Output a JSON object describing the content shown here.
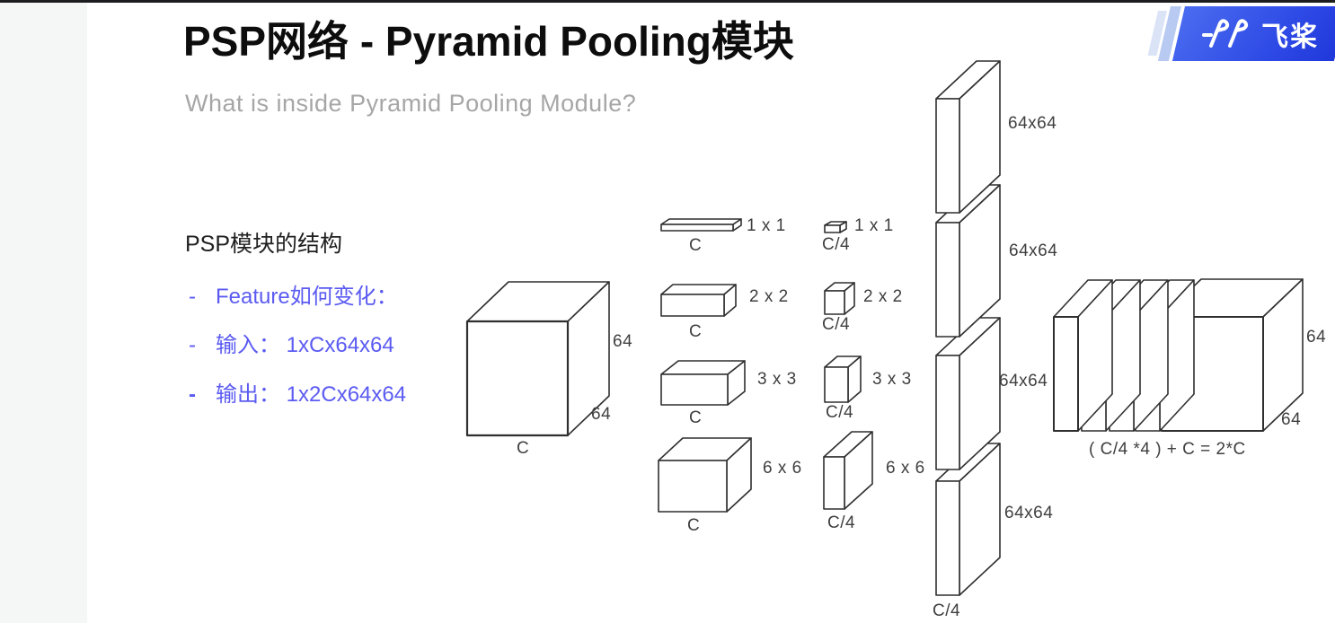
{
  "page": {
    "title": "PSP网络 - Pyramid Pooling模块",
    "subtitle": "What is inside Pyramid Pooling Module?"
  },
  "logo": {
    "brand": "飞桨",
    "mark": "paddlepaddle-mark",
    "banner_color": "#2b46e4",
    "stripe_colors": [
      "#dbe4f7",
      "#b8c9f2"
    ]
  },
  "info": {
    "heading": "PSP模块的结构",
    "accent_color": "#5b5bf2",
    "items": [
      {
        "dash": "-",
        "text": "Feature如何变化："
      },
      {
        "dash": "-",
        "text": "输入： 1xCx64x64"
      },
      {
        "dash": "-",
        "text": "输出： 1x2Cx64x64"
      }
    ]
  },
  "diagram": {
    "input_cube": {
      "height_label": "64",
      "depth_label": "64",
      "channel_label": "C"
    },
    "pool_c": [
      {
        "size": "1 x 1",
        "channel": "C"
      },
      {
        "size": "2 x 2",
        "channel": "C"
      },
      {
        "size": "3 x 3",
        "channel": "C"
      },
      {
        "size": "6 x 6",
        "channel": "C"
      }
    ],
    "pool_c4": [
      {
        "size": "1 x 1",
        "channel": "C/4"
      },
      {
        "size": "2 x 2",
        "channel": "C/4"
      },
      {
        "size": "3 x 3",
        "channel": "C/4"
      },
      {
        "size": "6 x 6",
        "channel": "C/4"
      }
    ],
    "upsampled": {
      "labels": [
        "64x64",
        "64x64",
        "64x64",
        "64x64"
      ],
      "channel": "C/4"
    },
    "concat": {
      "height_label": "64",
      "depth_label": "64",
      "equation": "( C/4 *4 ) + C = 2*C"
    }
  }
}
